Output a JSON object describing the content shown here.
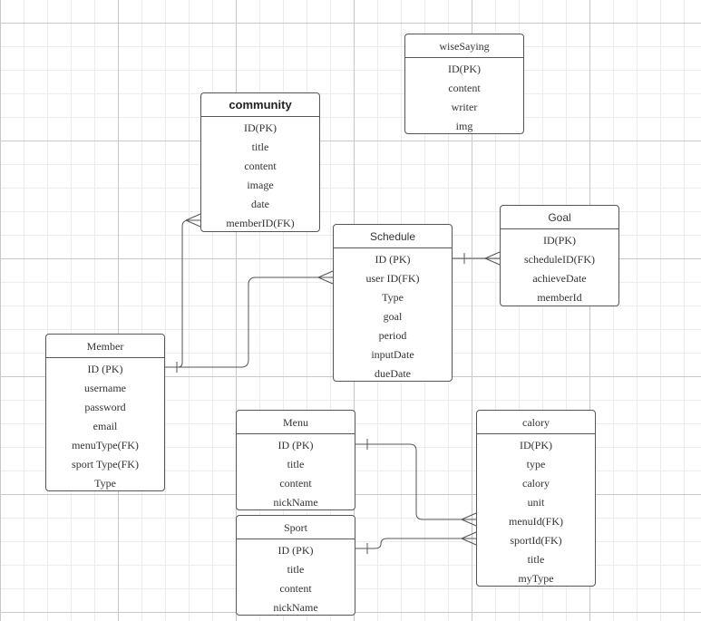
{
  "entities": {
    "wiseSaying": {
      "title": "wiseSaying",
      "fields": [
        "ID(PK)",
        "content",
        "writer",
        "img"
      ]
    },
    "community": {
      "title": "community",
      "fields": [
        "ID(PK)",
        "title",
        "content",
        "image",
        "date",
        "memberID(FK)"
      ]
    },
    "schedule": {
      "title": "Schedule",
      "fields": [
        "ID (PK)",
        "user ID(FK)",
        "Type",
        "goal",
        "period",
        "inputDate",
        "dueDate"
      ]
    },
    "goal": {
      "title": "Goal",
      "fields": [
        "ID(PK)",
        "scheduleID(FK)",
        "achieveDate",
        "memberId"
      ]
    },
    "member": {
      "title": "Member",
      "fields": [
        "ID (PK)",
        "username",
        "password",
        "email",
        "menuType(FK)",
        "sport Type(FK)",
        "Type"
      ]
    },
    "menu": {
      "title": "Menu",
      "fields": [
        "ID (PK)",
        "title",
        "content",
        "nickName"
      ]
    },
    "sport": {
      "title": "Sport",
      "fields": [
        "ID (PK)",
        "title",
        "content",
        "nickName"
      ]
    },
    "calory": {
      "title": "calory",
      "fields": [
        "ID(PK)",
        "type",
        "calory",
        "unit",
        "menuId(FK)",
        "sportId(FK)",
        "title",
        "myType"
      ]
    }
  },
  "relationships": [
    {
      "from": "member",
      "to": "community",
      "from_cardinality": "one",
      "to_cardinality": "many"
    },
    {
      "from": "member",
      "to": "schedule",
      "from_cardinality": "one",
      "to_cardinality": "many"
    },
    {
      "from": "schedule",
      "to": "goal",
      "from_cardinality": "one",
      "to_cardinality": "many"
    },
    {
      "from": "menu",
      "to": "calory",
      "from_cardinality": "one",
      "to_cardinality": "many"
    },
    {
      "from": "sport",
      "to": "calory",
      "from_cardinality": "one",
      "to_cardinality": "many"
    }
  ],
  "colors": {
    "line": "#555555",
    "border": "#555555",
    "text": "#333333"
  }
}
